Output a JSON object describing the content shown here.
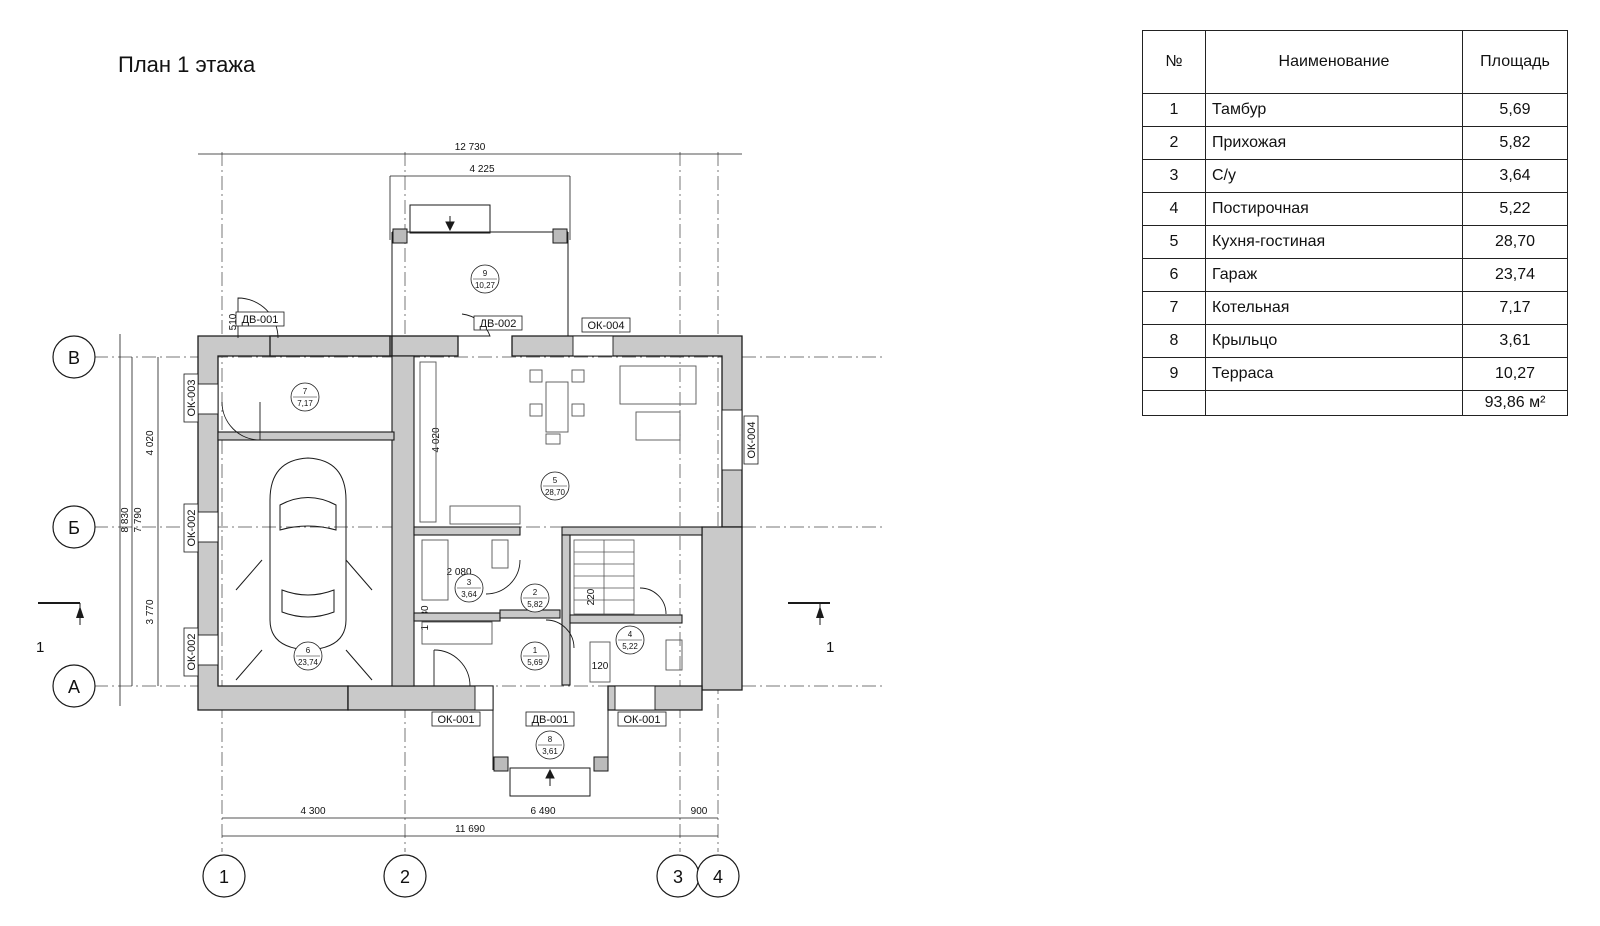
{
  "title": "План 1 этажа",
  "axes": {
    "rows": [
      {
        "label": "В"
      },
      {
        "label": "Б"
      },
      {
        "label": "А"
      }
    ],
    "cols": [
      {
        "label": "1"
      },
      {
        "label": "2"
      },
      {
        "label": "3"
      },
      {
        "label": "4"
      }
    ]
  },
  "dimensions": {
    "top_overall": "12 730",
    "top_porch": "4 225",
    "left_overall": "8 830",
    "left_inner": "7 790",
    "left_upper": "4 020",
    "left_lower": "3 770",
    "bottom_a": "4 300",
    "bottom_b": "6 490",
    "bottom_c": "900",
    "bottom_total": "11 690",
    "inner_living": "4 020",
    "inner_hall": "2 080",
    "inner_small": "120",
    "inner_door": "510",
    "inner_bath": "1 480",
    "inner_step": "220"
  },
  "marks": {
    "dv001_top": "ДВ-001",
    "dv002": "ДВ-002",
    "ok004_top": "ОК-004",
    "ok004_right": "ОК-004",
    "ok003": "ОК-003",
    "ok002_mid": "ОК-002",
    "ok002_low": "ОК-002",
    "ok001_left": "ОК-001",
    "dv001_bottom": "ДВ-001",
    "ok001_right": "ОК-001"
  },
  "room_tags": [
    {
      "num": "1",
      "area": "5,69"
    },
    {
      "num": "2",
      "area": "5,82"
    },
    {
      "num": "3",
      "area": "3,64"
    },
    {
      "num": "4",
      "area": "5,22"
    },
    {
      "num": "5",
      "area": "28,70"
    },
    {
      "num": "6",
      "area": "23,74"
    },
    {
      "num": "7",
      "area": "7,17"
    },
    {
      "num": "8",
      "area": "3,61"
    },
    {
      "num": "9",
      "area": "10,27"
    }
  ],
  "section_label": "1",
  "table": {
    "headers": {
      "num": "№",
      "name": "Наименование",
      "area": "Площадь"
    },
    "rows": [
      {
        "num": "1",
        "name": "Тамбур",
        "area": "5,69"
      },
      {
        "num": "2",
        "name": "Прихожая",
        "area": "5,82"
      },
      {
        "num": "3",
        "name": "С/у",
        "area": "3,64"
      },
      {
        "num": "4",
        "name": "Постирочная",
        "area": "5,22"
      },
      {
        "num": "5",
        "name": "Кухня-гостиная",
        "area": "28,70"
      },
      {
        "num": "6",
        "name": "Гараж",
        "area": "23,74"
      },
      {
        "num": "7",
        "name": "Котельная",
        "area": "7,17"
      },
      {
        "num": "8",
        "name": "Крыльцо",
        "area": "3,61"
      },
      {
        "num": "9",
        "name": "Терраса",
        "area": "10,27"
      }
    ],
    "total": "93,86 м²"
  },
  "colors": {
    "wall_fill": "#c9c9c9",
    "line": "#1a1a1a",
    "axis": "#777777"
  }
}
